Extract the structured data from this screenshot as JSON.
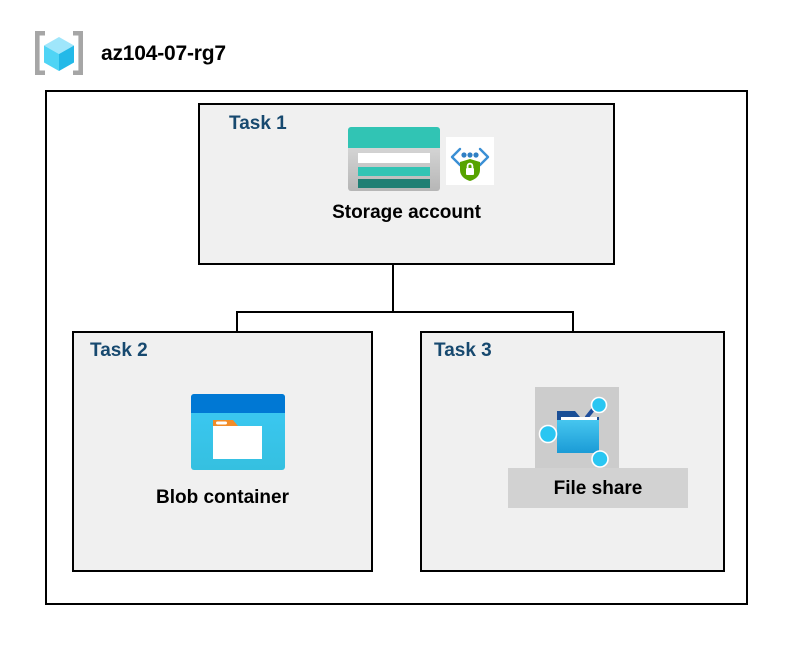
{
  "header": {
    "icon": "resource-group-cube-icon",
    "title": "az104-07-rg7"
  },
  "diagram": {
    "type": "azure-architecture-diagram",
    "container_label": "az104-07-rg7",
    "colors": {
      "task_label": "#17496f",
      "task_fill": "#f0f0f0",
      "border": "#000000",
      "storage_teal": "#31c4b4",
      "storage_dark_teal": "#1f7f74",
      "blob_blue": "#0078d4",
      "blob_cyan": "#32c5f4",
      "security_green": "#57a300",
      "label_block_gray": "#d2d2d2"
    },
    "tasks": [
      {
        "id": "task1",
        "label": "Task 1",
        "node_label": "Storage account",
        "icons": [
          "storage-account-icon",
          "security-shield-icon"
        ]
      },
      {
        "id": "task2",
        "label": "Task 2",
        "node_label": "Blob container",
        "icons": [
          "blob-container-icon"
        ]
      },
      {
        "id": "task3",
        "label": "Task 3",
        "node_label": "File share",
        "icons": [
          "file-share-icon"
        ]
      }
    ],
    "connections": [
      {
        "from": "Storage account",
        "to": "Blob container"
      },
      {
        "from": "Storage account",
        "to": "File share"
      }
    ]
  }
}
